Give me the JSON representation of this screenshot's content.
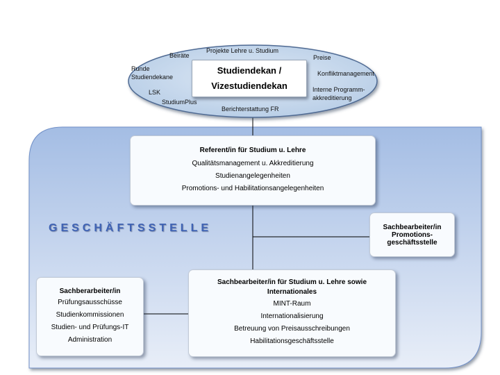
{
  "colors": {
    "ellipse_fill": "#b7cde6",
    "ellipse_stroke": "#4f6b93",
    "panel_fill_top": "#a4bde4",
    "panel_fill_bottom": "#e8eef8",
    "panel_stroke": "#6f8fc7",
    "section_title": "#3f63b4",
    "connector": "#000000"
  },
  "leitung": {
    "title_line1": "Studiendekan /",
    "title_line2": "Vizestudiendekan",
    "labels": {
      "projekte": "Projekte Lehre u. Studium",
      "beiraete": "Beiräte",
      "runde_1": "Runde",
      "runde_2": "Studiendekane",
      "lsk": "LSK",
      "studiumplus": "StudiumPlus",
      "berichterstattung": "Berichterstattung FR",
      "preise": "Preise",
      "konflikt": "Konfliktmanagement",
      "interne_1": "Interne Programm-",
      "interne_2": "akkreditierung"
    }
  },
  "geschaeftsstelle": {
    "title": "GESCHÄFTSSTELLE",
    "referent": {
      "title": "Referent/in für Studium u. Lehre",
      "lines": [
        "Qualitätsmanagement u. Akkreditierung",
        "Studienangelegenheiten",
        "Promotions- und Habilitationsangelegenheiten"
      ]
    },
    "promotion": {
      "title_lines": [
        "Sachbearbeiter/in",
        "Promotions-",
        "geschäftsstelle"
      ]
    },
    "sachbearbeiter_international": {
      "title_lines": [
        "Sachbearbeiter/in für Studium u. Lehre sowie",
        "Internationales"
      ],
      "lines": [
        "MINT-Raum",
        "Internationalisierung",
        "Betreuung von Preisausschreibungen",
        "Habilitationsgeschäftsstelle"
      ]
    },
    "sachbearbeiter_links": {
      "title": "Sachberarbeiter/in",
      "lines": [
        "Prüfungsausschüsse",
        "Studienkommissionen",
        "Studien- und Prüfungs-IT",
        "Administration"
      ]
    }
  }
}
